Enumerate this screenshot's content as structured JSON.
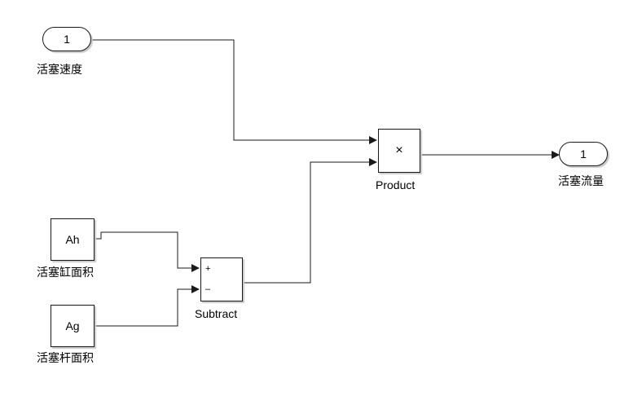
{
  "inport": {
    "number": "1",
    "label": "活塞速度"
  },
  "outport": {
    "number": "1",
    "label": "活塞流量"
  },
  "const_ah": {
    "value": "Ah",
    "label": "活塞缸面积"
  },
  "const_ag": {
    "value": "Ag",
    "label": "活塞杆面积"
  },
  "product": {
    "symbol": "×",
    "label": "Product"
  },
  "subtract": {
    "plus_sign": "+",
    "minus_sign": "–",
    "label": "Subtract"
  },
  "colors": {
    "line": "#1a1a1a",
    "block_border": "#1a1a1a",
    "shadow": "#c8c8c8",
    "background": "#ffffff"
  }
}
